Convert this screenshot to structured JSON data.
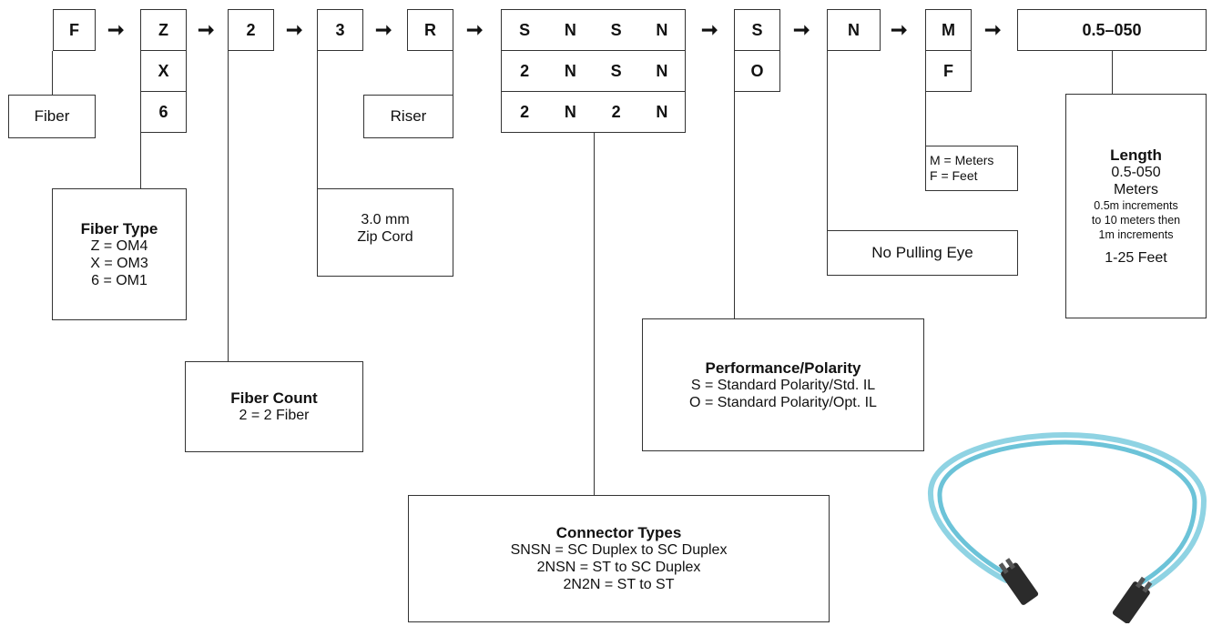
{
  "codes": {
    "fiber": "F",
    "fiber_type": [
      "Z",
      "X",
      "6"
    ],
    "fiber_count": "2",
    "jacket": "3",
    "rating": "R",
    "connectors": [
      [
        "S",
        "N",
        "S",
        "N"
      ],
      [
        "2",
        "N",
        "S",
        "N"
      ],
      [
        "2",
        "N",
        "2",
        "N"
      ]
    ],
    "polarity": [
      "S",
      "O"
    ],
    "pulling_eye": "N",
    "unit": [
      "M",
      "F"
    ],
    "length": "0.5–050"
  },
  "labels": {
    "fiber": "Fiber",
    "riser": "Riser",
    "zip_cord": [
      "3.0 mm",
      "Zip Cord"
    ],
    "no_pulling_eye": "No Pulling Eye",
    "units": [
      "M = Meters",
      "F = Feet"
    ]
  },
  "fiber_type": {
    "title": "Fiber Type",
    "lines": [
      "Z = OM4",
      "X = OM3",
      "6 = OM1"
    ]
  },
  "fiber_count": {
    "title": "Fiber Count",
    "lines": [
      "2 = 2 Fiber"
    ]
  },
  "performance": {
    "title": "Performance/Polarity",
    "lines": [
      "S = Standard Polarity/Std. IL",
      "O = Standard Polarity/Opt. IL"
    ]
  },
  "connector_types": {
    "title": "Connector Types",
    "lines": [
      "SNSN = SC Duplex to SC Duplex",
      "2NSN = ST to SC Duplex",
      "2N2N = ST to ST"
    ]
  },
  "length": {
    "title": "Length",
    "lines": [
      "0.5-050",
      "Meters"
    ],
    "small_lines": [
      "0.5m increments",
      "to 10 meters then",
      "1m increments"
    ],
    "feet": "1-25 Feet"
  },
  "arrow_glyph": "➞",
  "colors": {
    "cable": "#8fd3e3",
    "connector": "#2b2b2b"
  }
}
